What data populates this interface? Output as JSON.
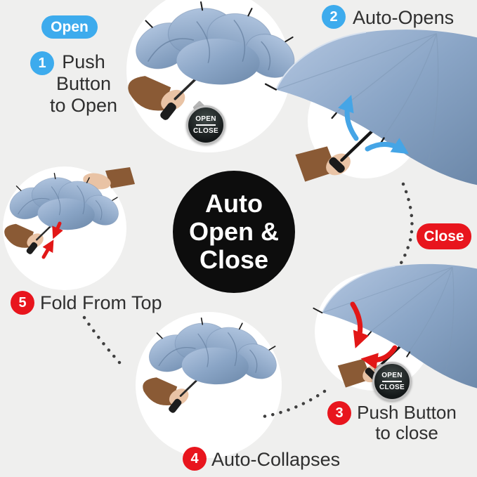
{
  "badges": {
    "open_label": "Open",
    "close_label": "Close"
  },
  "center_circle": {
    "line1": "Auto",
    "line2": "Open &",
    "line3": "Close"
  },
  "steps": [
    {
      "num": "1",
      "lines": [
        "Push",
        "Button",
        "to Open"
      ]
    },
    {
      "num": "2",
      "lines": [
        "Auto-Opens"
      ]
    },
    {
      "num": "3",
      "lines": [
        "Push Button",
        "to close"
      ]
    },
    {
      "num": "4",
      "lines": [
        "Auto-Collapses"
      ]
    },
    {
      "num": "5",
      "lines": [
        "Fold From Top"
      ]
    }
  ],
  "open_close_button": {
    "open": "OPEN",
    "close": "CLOSE"
  },
  "colors": {
    "background": "#efefee",
    "accent_blue": "#3dabed",
    "accent_red": "#e8151d",
    "center_black": "#0d0d0d",
    "umbrella_blue": "#8aa5c6",
    "dot_gray": "#3f3f3f",
    "button_ring_gray": "#bfbfbf"
  }
}
